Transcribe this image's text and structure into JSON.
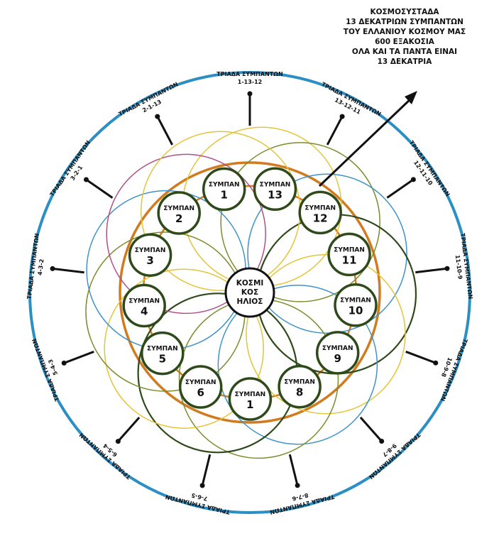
{
  "caption": [
    "ΚΟΣΜΟΣΥΣΤΑΔΑ",
    "13 ΔΕΚΑΤΡΙΩΝ ΣΥΜΠΑΝΤΩΝ",
    "ΤΟΥ ΕΛΛΑΝΙΟΥ ΚΟΣΜΟΥ ΜΑΣ",
    "600 ΕΞΑΚΟΣΙΑ",
    "ΟΛΑ ΚΑΙ ΤΑ ΠΑΝΤΑ ΕΙΝΑΙ",
    "13 ΔΕΚΑΤΡΙΑ"
  ],
  "center": {
    "lines": [
      "ΚΟΣΜΙ",
      "ΚΟΣ",
      "ΗΛΙΟΣ"
    ]
  },
  "universe_label": "ΣΥΜΠΑΝ",
  "universes": [
    "1",
    "13",
    "12",
    "11",
    "10",
    "9",
    "8",
    "1",
    "6",
    "5",
    "4",
    "3",
    "2"
  ],
  "triad_title": "ΤΡΙΑΔΑ ΣΥΜΠΑΝΤΩΝ",
  "triads": [
    "1-13-12",
    "13-12-11",
    "12-11-10",
    "11-10-9",
    "10-9-8",
    "9-8-7",
    "8-7-6",
    "7-6-5",
    "6-5-4",
    "5-4-3",
    "4-3-2",
    "3-2-1",
    "2-1-13"
  ],
  "colors": {
    "outer_ring": "#2b8fc4",
    "orange_ring": "#d27a1e",
    "dark_green": "#2f4a1a",
    "olive": "#7d8b2a",
    "yellow": "#e3c43a",
    "blue": "#3f93c7",
    "magenta": "#b0508a",
    "ink": "#111111"
  }
}
